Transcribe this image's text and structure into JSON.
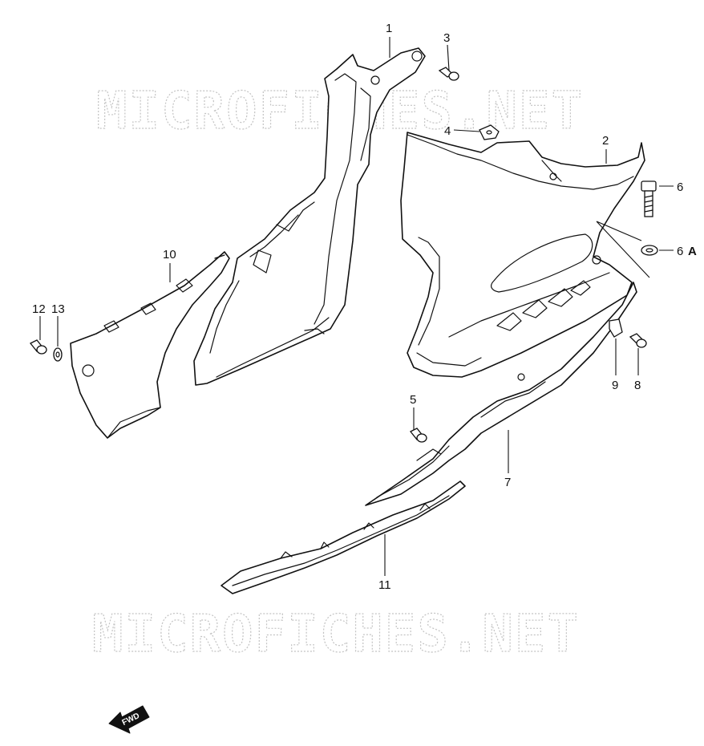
{
  "watermark": {
    "top_text": "MICROFICHES.NET",
    "bottom_text": "MICROFICHES.NET"
  },
  "callouts": {
    "c1": "1",
    "c2": "2",
    "c3": "3",
    "c4": "4",
    "c5": "5",
    "c6": "6",
    "c6a_num": "6",
    "c6a_letter": "A",
    "c7": "7",
    "c8": "8",
    "c9": "9",
    "c10": "10",
    "c11": "11",
    "c12": "12",
    "c13": "13"
  },
  "fwd_badge": {
    "label": "FWD",
    "icon": "forward-arrow-icon"
  },
  "colors": {
    "line": "#111111",
    "watermark": "#c4c4c4",
    "background": "#ffffff"
  }
}
